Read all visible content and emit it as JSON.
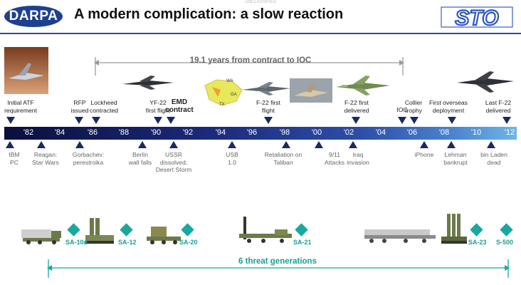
{
  "header": {
    "classification": "UNCLASSIFIED",
    "org_logo": "DARPA",
    "title": "A modern complication: a slow reaction",
    "office_logo": "STO"
  },
  "span_label": "19.1 years from contract to IOC",
  "timeline_years": [
    "'82",
    "'84",
    "'86",
    "'88",
    "'90",
    "'92",
    "'94",
    "'96",
    "'98",
    "'00",
    "'02",
    "'04",
    "'06",
    "'08",
    "'10",
    "'12"
  ],
  "events_top": [
    {
      "lines": [
        "Initial ATF",
        "requirement"
      ]
    },
    {
      "lines": [
        "RFP",
        "issued"
      ]
    },
    {
      "lines": [
        "Lockheed",
        "contracted"
      ]
    },
    {
      "lines": [
        "YF-22",
        "first flight"
      ]
    },
    {
      "lines": [
        "EMD",
        "contract"
      ]
    },
    {
      "lines": [
        "F-22 first",
        "flight"
      ]
    },
    {
      "lines": [
        "F-22 first",
        "delivered"
      ]
    },
    {
      "lines": [
        "IOC"
      ]
    },
    {
      "lines": [
        "Collier",
        "trophy"
      ]
    },
    {
      "lines": [
        "First overseas",
        "deployment"
      ]
    },
    {
      "lines": [
        "Last F-22",
        "delivered"
      ]
    }
  ],
  "events_bottom": [
    {
      "lines": [
        "IBM",
        "PC"
      ]
    },
    {
      "lines": [
        "Reagan:",
        "Star Wars"
      ]
    },
    {
      "lines": [
        "Gorbachev:",
        "perestroika"
      ]
    },
    {
      "lines": [
        "Berlin",
        "wall falls"
      ]
    },
    {
      "lines": [
        "USSR",
        "dissolved;",
        "Desert Storm"
      ]
    },
    {
      "lines": [
        "USB",
        "1.0"
      ]
    },
    {
      "lines": [
        "Retaliation on",
        "Taliban"
      ]
    },
    {
      "lines": [
        "9/11",
        "Attacks"
      ]
    },
    {
      "lines": [
        "Iraq",
        "invasion"
      ]
    },
    {
      "lines": [
        "iPhone"
      ]
    },
    {
      "lines": [
        "Lehman",
        "bankrupt"
      ]
    },
    {
      "lines": [
        "bin Laden",
        "dead"
      ]
    }
  ],
  "map_labels": [
    "WA",
    "GA",
    "TX"
  ],
  "threats": [
    "SA-10d",
    "SA-12",
    "SA-20",
    "SA-21",
    "SA-23",
    "S-500"
  ],
  "generations_label": "6 threat generations",
  "colors": {
    "accent": "#17a8a0",
    "timeline_dark": "#0a0f3d",
    "timeline_light": "#6cb6ea",
    "marker": "#1a2a5e",
    "brand": "#1f3f8f"
  }
}
